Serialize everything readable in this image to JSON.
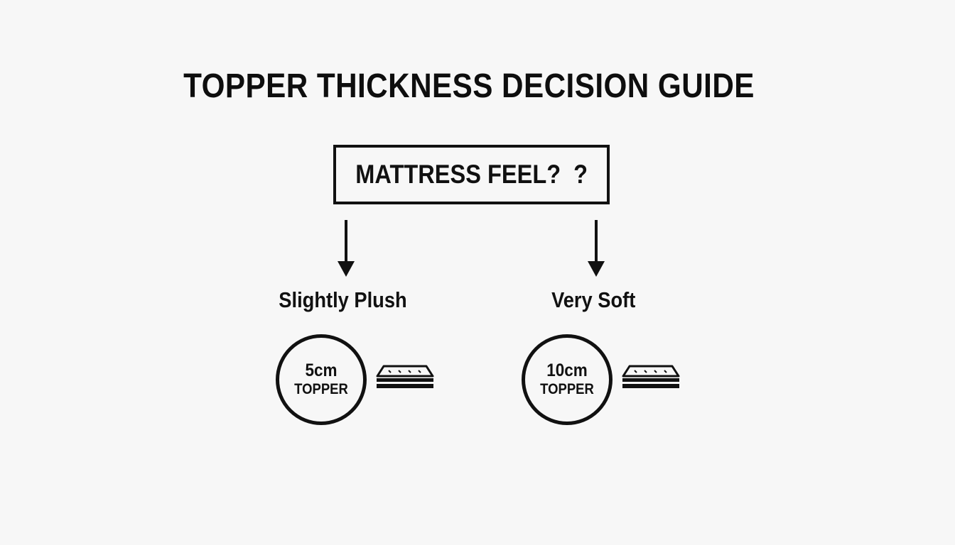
{
  "title": "TOPPER THICKNESS DECISION GUIDE",
  "question": "MATTRESS FEEL?  ?",
  "options": [
    {
      "label": "Slightly Plush",
      "size": "5cm",
      "word": "TOPPER",
      "icon": "mattress-topper-icon"
    },
    {
      "label": "Very Soft",
      "size": "10cm",
      "word": "TOPPER",
      "icon": "mattress-topper-icon"
    }
  ],
  "colors": {
    "background": "#f7f7f7",
    "ink": "#111111"
  }
}
